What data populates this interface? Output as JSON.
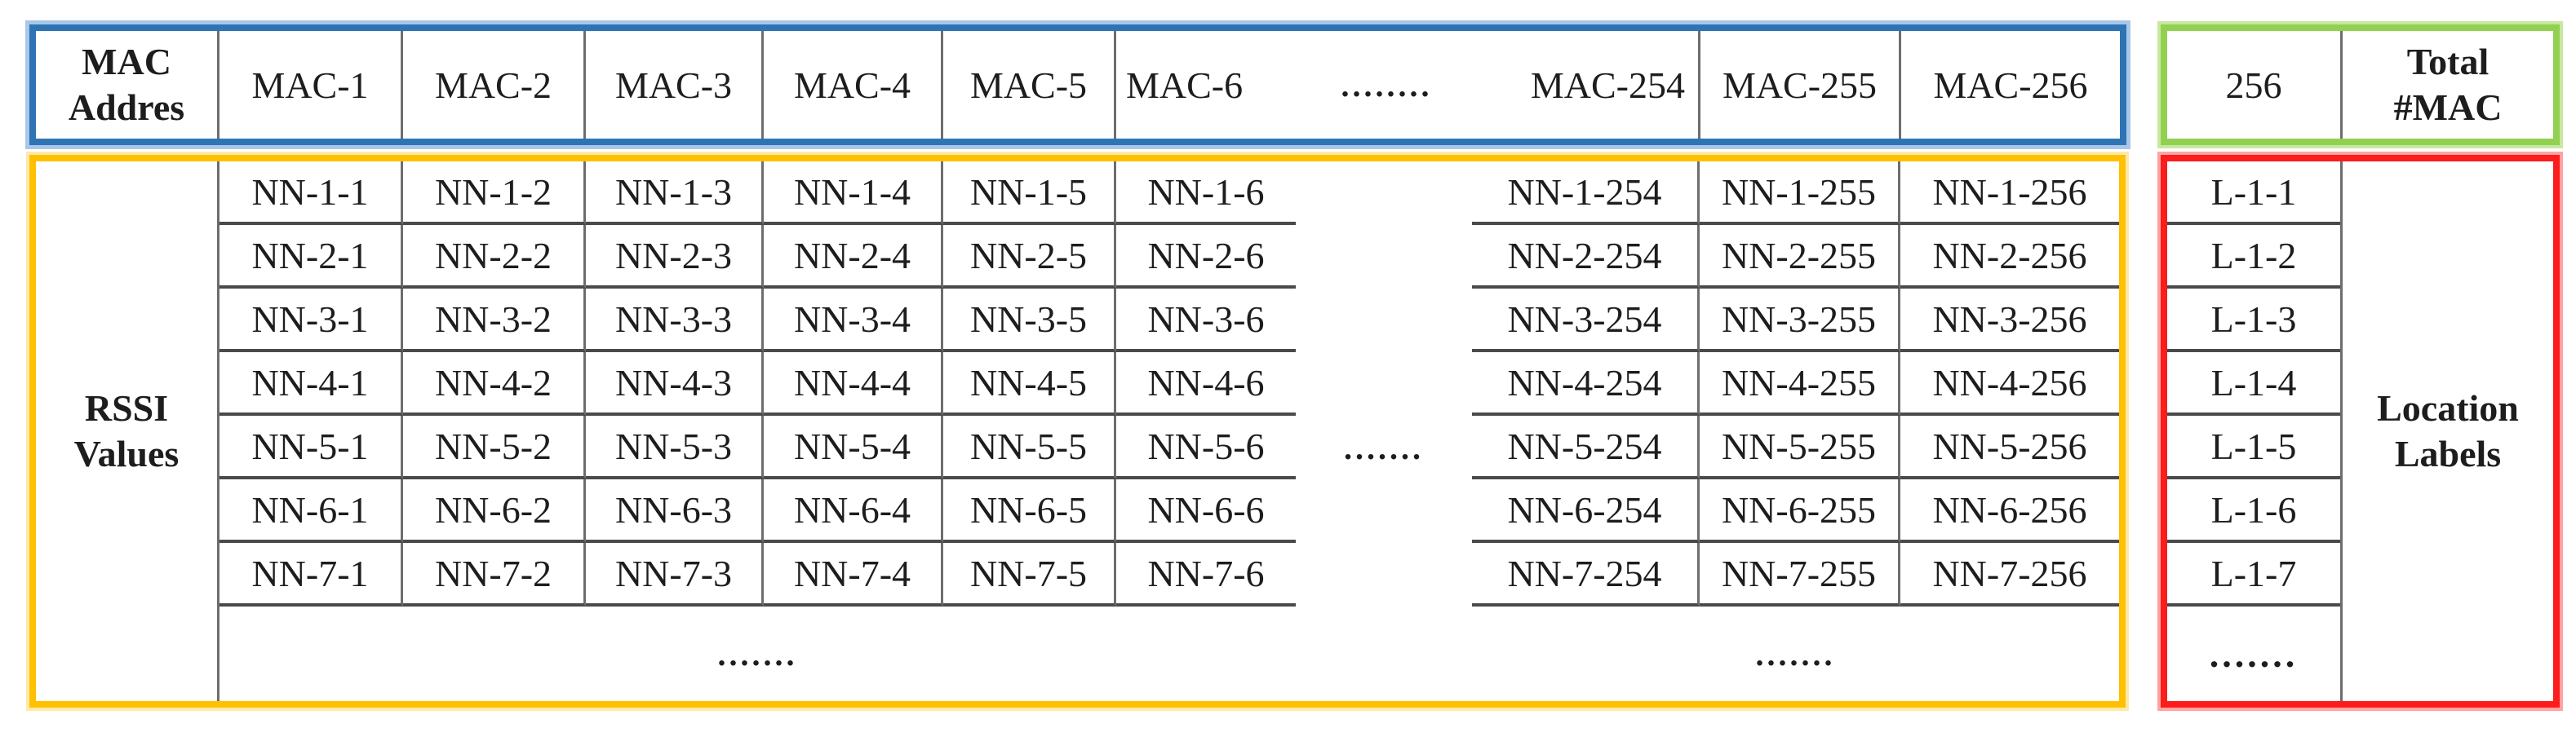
{
  "colors": {
    "mac_header_border": "#2e74b5",
    "rssi_box_border": "#ffc000",
    "total_box_border": "#92d050",
    "location_box_border": "#fb1c1c",
    "grid_vertical_line": "#6d6d6d",
    "grid_horizontal_line": "#4a4a4a",
    "text": "#1d1d1d"
  },
  "header": {
    "label": [
      "MAC",
      "Addres"
    ],
    "macs": [
      "MAC-1",
      "MAC-2",
      "MAC-3",
      "MAC-4",
      "MAC-5"
    ],
    "mid": {
      "first": "MAC-6",
      "dots": "........",
      "last": "MAC-254"
    },
    "tail": [
      "MAC-255",
      "MAC-256"
    ]
  },
  "summary": {
    "count": "256",
    "label": [
      "Total",
      "#MAC"
    ]
  },
  "rssi": {
    "label": [
      "RSSI",
      "Values"
    ],
    "rows": [
      {
        "cells": [
          "NN-1-1",
          "NN-1-2",
          "NN-1-3",
          "NN-1-4",
          "NN-1-5",
          "NN-1-6",
          "NN-1-254",
          "NN-1-255",
          "NN-1-256"
        ],
        "gap": ""
      },
      {
        "cells": [
          "NN-2-1",
          "NN-2-2",
          "NN-2-3",
          "NN-2-4",
          "NN-2-5",
          "NN-2-6",
          "NN-2-254",
          "NN-2-255",
          "NN-2-256"
        ],
        "gap": ""
      },
      {
        "cells": [
          "NN-3-1",
          "NN-3-2",
          "NN-3-3",
          "NN-3-4",
          "NN-3-5",
          "NN-3-6",
          "NN-3-254",
          "NN-3-255",
          "NN-3-256"
        ],
        "gap": ""
      },
      {
        "cells": [
          "NN-4-1",
          "NN-4-2",
          "NN-4-3",
          "NN-4-4",
          "NN-4-5",
          "NN-4-6",
          "NN-4-254",
          "NN-4-255",
          "NN-4-256"
        ],
        "gap": ""
      },
      {
        "cells": [
          "NN-5-1",
          "NN-5-2",
          "NN-5-3",
          "NN-5-4",
          "NN-5-5",
          "NN-5-6",
          "NN-5-254",
          "NN-5-255",
          "NN-5-256"
        ],
        "gap": "......."
      },
      {
        "cells": [
          "NN-6-1",
          "NN-6-2",
          "NN-6-3",
          "NN-6-4",
          "NN-6-5",
          "NN-6-6",
          "NN-6-254",
          "NN-6-255",
          "NN-6-256"
        ],
        "gap": ""
      },
      {
        "cells": [
          "NN-7-1",
          "NN-7-2",
          "NN-7-3",
          "NN-7-4",
          "NN-7-5",
          "NN-7-6",
          "NN-7-254",
          "NN-7-255",
          "NN-7-256"
        ],
        "gap": ""
      }
    ],
    "bottom_dots_left": ".......",
    "bottom_dots_right": "......."
  },
  "locations": {
    "cells": [
      "L-1-1",
      "L-1-2",
      "L-1-3",
      "L-1-4",
      "L-1-5",
      "L-1-6",
      "L-1-7"
    ],
    "bottom_dots": ".......",
    "label": [
      "Location",
      "Labels"
    ]
  }
}
